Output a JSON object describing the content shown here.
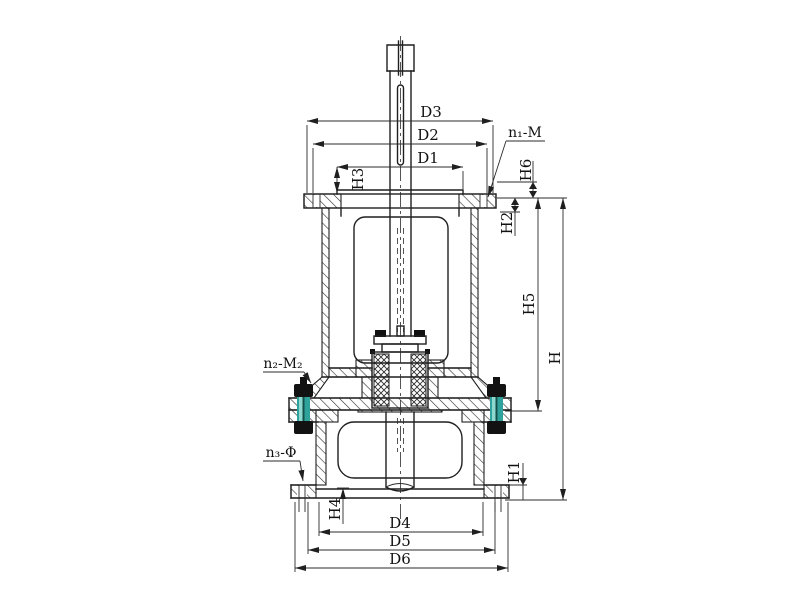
{
  "drawing": {
    "labels": {
      "d1": "D1",
      "d2": "D2",
      "d3": "D3",
      "d4": "D4",
      "d5": "D5",
      "d6": "D6",
      "h": "H",
      "h1": "H1",
      "h2": "H2",
      "h3": "H3",
      "h4": "H4",
      "h5": "H5",
      "h6": "H6",
      "n1": "n₁-M",
      "n2": "n₂-M₂",
      "n3": "n₃-Φ"
    },
    "colors": {
      "line": "#1f1f1f",
      "background": "#ffffff",
      "bolt_dark": "#121212",
      "bolt_shank_teal": "#2fa39b",
      "bolt_shank_light": "#8ed8cf",
      "bolt_core": "#14504b"
    }
  }
}
